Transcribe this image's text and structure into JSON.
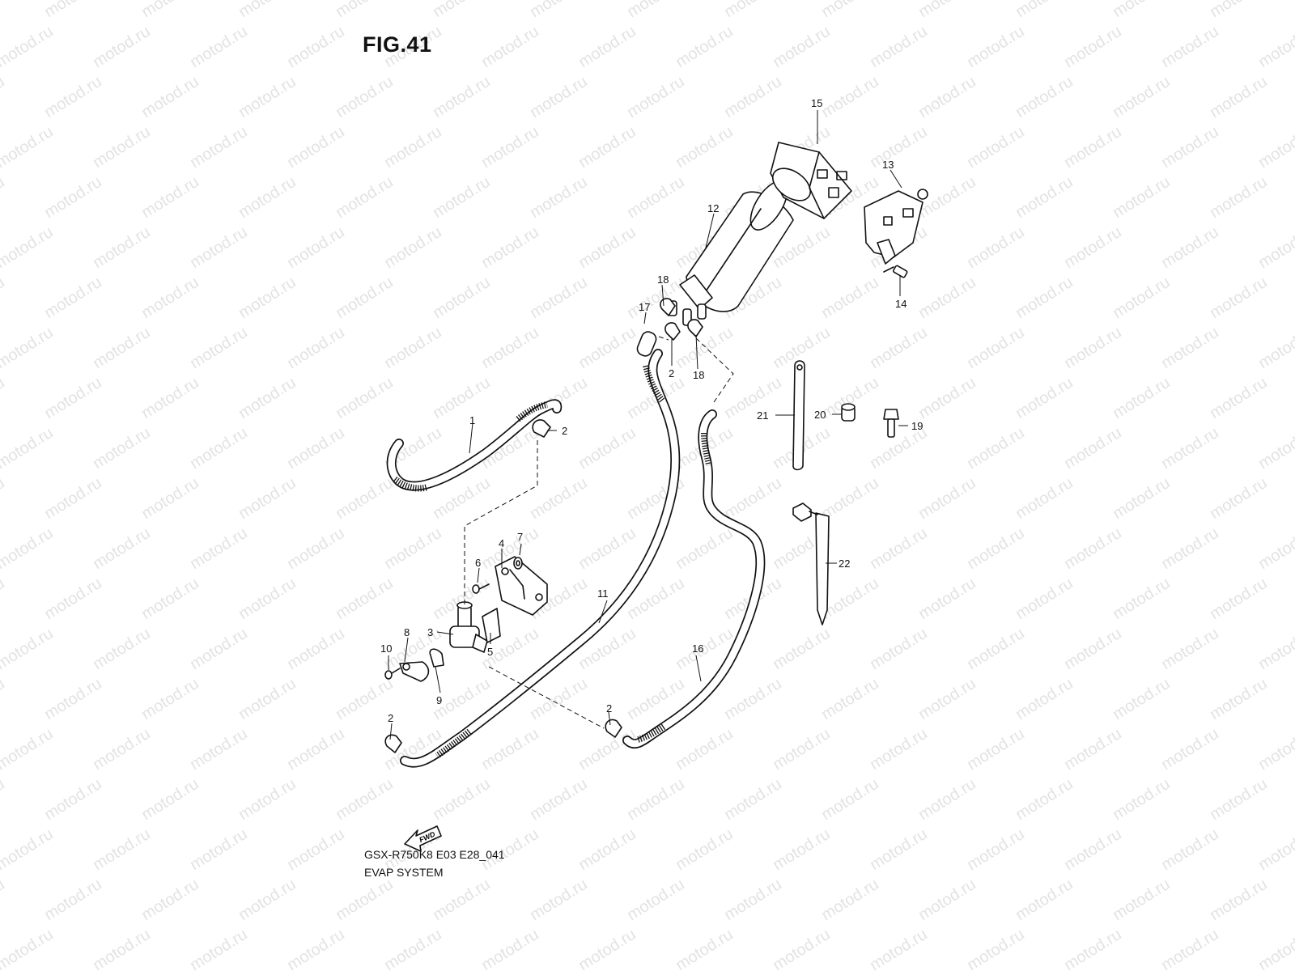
{
  "figure": {
    "title": "FIG.41",
    "model_code": "GSX-R750K8 E03 E28_041",
    "system_name": "EVAP SYSTEM"
  },
  "watermark": "motod.ru",
  "fwd_label": "FWD",
  "callouts": {
    "c1": "1",
    "c2a": "2",
    "c2b": "2",
    "c2c": "2",
    "c2d": "2",
    "c3": "3",
    "c4": "4",
    "c5": "5",
    "c6": "6",
    "c7": "7",
    "c8": "8",
    "c9": "9",
    "c10": "10",
    "c11": "11",
    "c12": "12",
    "c13": "13",
    "c14": "14",
    "c15": "15",
    "c16": "16",
    "c17": "17",
    "c18a": "18",
    "c18b": "18",
    "c19": "19",
    "c20": "20",
    "c21": "21",
    "c22": "22"
  }
}
